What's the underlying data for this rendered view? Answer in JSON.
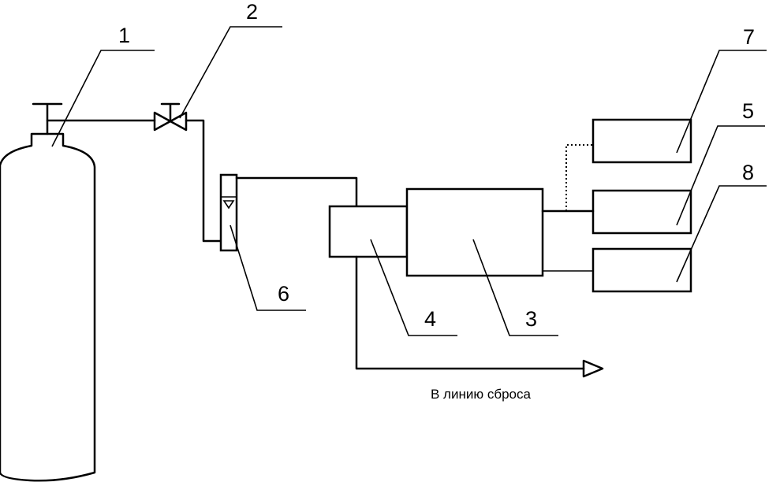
{
  "labels": {
    "cylinder": "1",
    "valve": "2",
    "main_block": "3",
    "inlet_block": "4",
    "unit_middle": "5",
    "flowmeter": "6",
    "unit_top": "7",
    "unit_bottom": "8"
  },
  "exhaust": {
    "caption": "В линию сброса"
  }
}
